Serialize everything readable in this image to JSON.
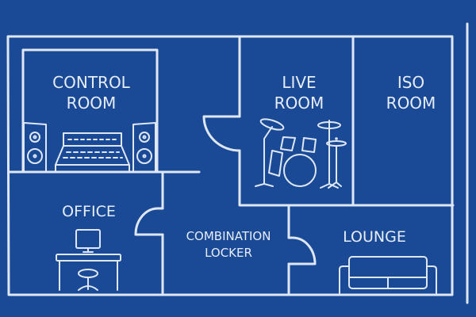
{
  "colors": {
    "background": "#1a4a96",
    "line": "#dfe7f5"
  },
  "rooms": {
    "control_room": {
      "line1": "CONTROL",
      "line2": "ROOM"
    },
    "live_room": {
      "line1": "LIVE",
      "line2": "ROOM"
    },
    "iso_room": {
      "line1": "ISO",
      "line2": "ROOM"
    },
    "office": {
      "line1": "OFFICE"
    },
    "combination_locker": {
      "line1": "COMBINATION",
      "line2": "LOCKER"
    },
    "lounge": {
      "line1": "LOUNGE"
    }
  },
  "icons": [
    "speaker-icon",
    "mixing-console-icon",
    "drum-kit-icon",
    "computer-monitor-icon",
    "desk-icon",
    "chair-icon",
    "sofa-icon",
    "door-icon"
  ]
}
